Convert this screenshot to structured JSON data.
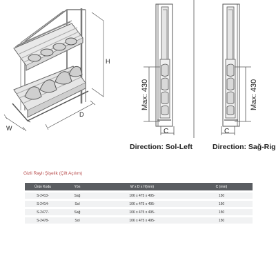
{
  "diagram": {
    "dim_h": "H",
    "dim_d": "D",
    "dim_w": "W",
    "max_height": "Max: 430",
    "dim_c": "C",
    "direction_left": "Direction: Sol-Left",
    "direction_right": "Direction: Sağ-Right"
  },
  "subtitle": "Gizli Raylı Şişelik (Çift Açılım)",
  "table": {
    "headers": [
      "Ürün Kodu",
      "Yön",
      "W x D x H(mm)",
      "C (mm)"
    ],
    "rows": [
      [
        "S-2413-",
        "Sağ",
        "106 x 475 x 495-",
        "150"
      ],
      [
        "S-2414-",
        "Sol",
        "106 x 475 x 495-",
        "150"
      ],
      [
        "S-2477-",
        "Sağ",
        "106 x 475 x 495-",
        "150"
      ],
      [
        "S-2478-",
        "Sol",
        "106 x 475 x 495-",
        "150"
      ]
    ]
  }
}
